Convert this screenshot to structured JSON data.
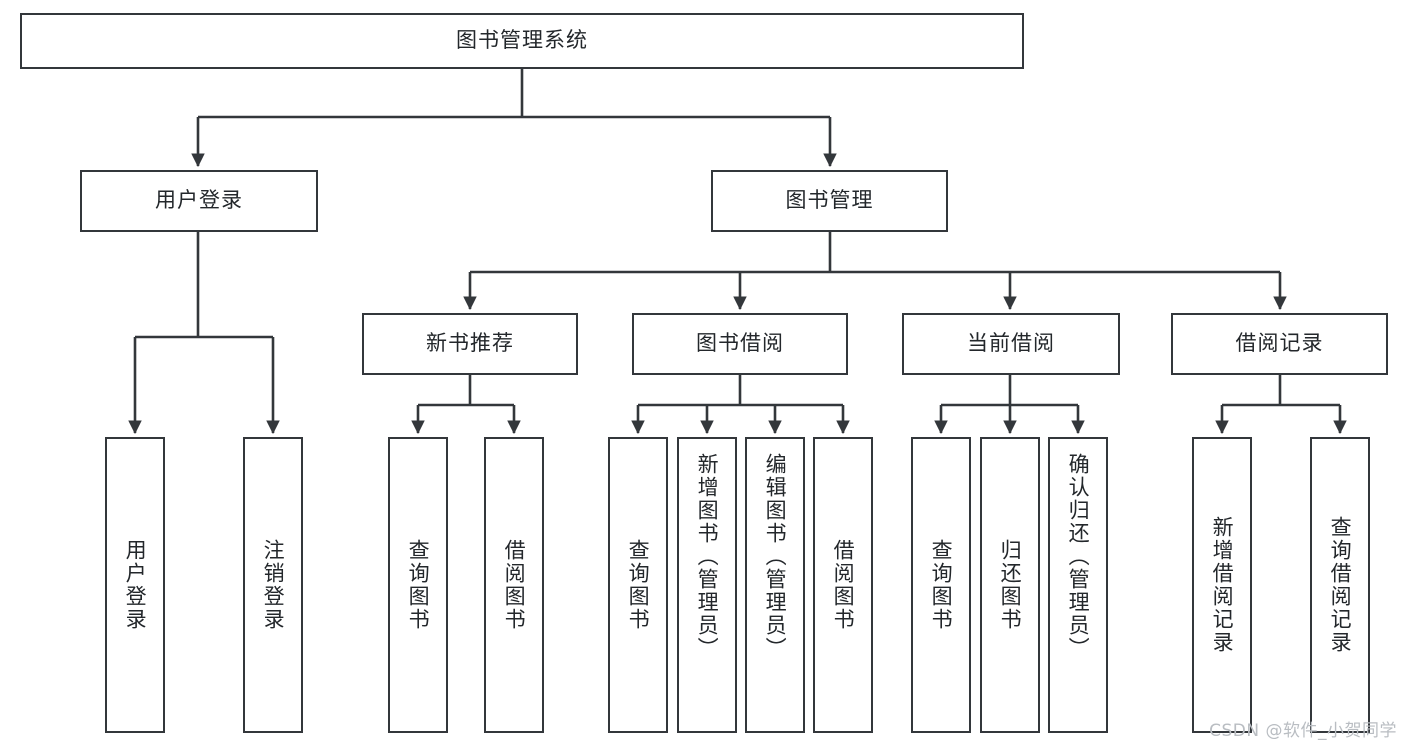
{
  "diagram": {
    "kind": "tree-hierarchy-chart",
    "title_node": {
      "label": "图书管理系统"
    },
    "level1": [
      {
        "id": "user-login",
        "label": "用户登录"
      },
      {
        "id": "book-manage",
        "label": "图书管理"
      }
    ],
    "level2": [
      {
        "id": "new-book-recommend",
        "label": "新书推荐"
      },
      {
        "id": "book-borrow",
        "label": "图书借阅"
      },
      {
        "id": "current-borrow",
        "label": "当前借阅"
      },
      {
        "id": "borrow-record",
        "label": "借阅记录"
      }
    ],
    "leaves": [
      {
        "id": "leaf-user-login",
        "label": "用户登录",
        "parent": "user-login"
      },
      {
        "id": "leaf-logout-login",
        "label": "注销登录",
        "parent": "user-login"
      },
      {
        "id": "leaf-query-book-1",
        "label": "查询图书",
        "parent": "new-book-recommend"
      },
      {
        "id": "leaf-borrow-book-1",
        "label": "借阅图书",
        "parent": "new-book-recommend"
      },
      {
        "id": "leaf-query-book-2",
        "label": "查询图书",
        "parent": "book-borrow"
      },
      {
        "id": "leaf-add-book",
        "label": "新增图书（管理员）",
        "parent": "book-borrow"
      },
      {
        "id": "leaf-edit-book",
        "label": "编辑图书（管理员）",
        "parent": "book-borrow"
      },
      {
        "id": "leaf-borrow-book-2",
        "label": "借阅图书",
        "parent": "book-borrow"
      },
      {
        "id": "leaf-query-book-3",
        "label": "查询图书",
        "parent": "current-borrow"
      },
      {
        "id": "leaf-return-book",
        "label": "归还图书",
        "parent": "current-borrow"
      },
      {
        "id": "leaf-confirm-return",
        "label": "确认归还（管理员）",
        "parent": "current-borrow"
      },
      {
        "id": "leaf-add-record",
        "label": "新增借阅记录",
        "parent": "borrow-record"
      },
      {
        "id": "leaf-query-record",
        "label": "查询借阅记录",
        "parent": "borrow-record"
      }
    ]
  },
  "watermark": {
    "text": "CSDN @软件_小贺同学"
  },
  "colors": {
    "stroke": "#33373b",
    "background": "#ffffff",
    "text": "#23272b",
    "watermark": "#b9bdc2"
  }
}
